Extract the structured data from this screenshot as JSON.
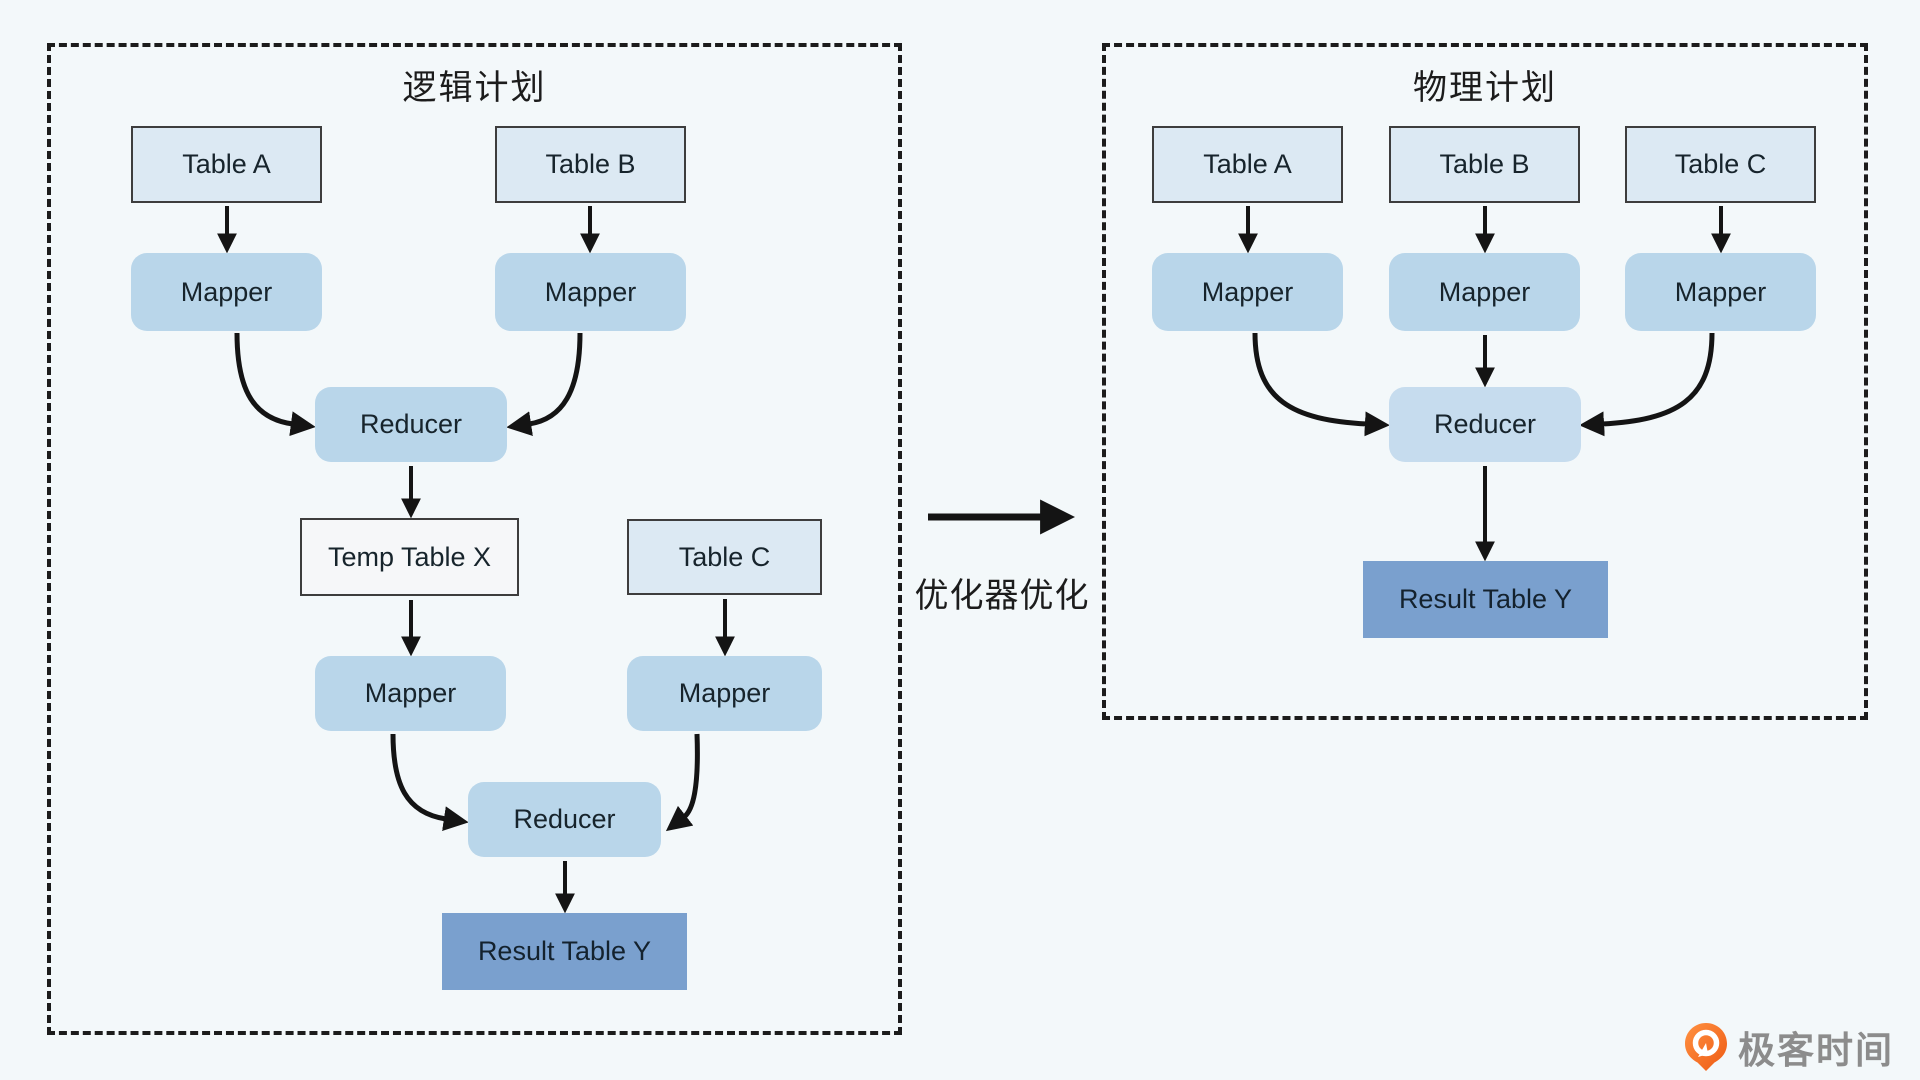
{
  "colors": {
    "background": "#f3f8fa",
    "table_fill": "#dce9f3",
    "table_border": "#3d3d3d",
    "process_fill": "#b9d6ea",
    "temp_table_fill": "#f6f7f9",
    "result_fill": "#7aa0ce",
    "arrow": "#141414",
    "panel_border": "#1c1c1c",
    "logo_orange": "#f47b20",
    "logo_text_gray": "#8c8c8c"
  },
  "logical_plan": {
    "title": "逻辑计划",
    "nodes": {
      "table_a": "Table A",
      "table_b": "Table B",
      "mapper_a": "Mapper",
      "mapper_b": "Mapper",
      "reducer_1": "Reducer",
      "temp_table_x": "Temp Table X",
      "table_c": "Table C",
      "mapper_x": "Mapper",
      "mapper_c": "Mapper",
      "reducer_2": "Reducer",
      "result_table_y": "Result Table Y"
    }
  },
  "transform": {
    "label": "优化器优化"
  },
  "physical_plan": {
    "title": "物理计划",
    "nodes": {
      "table_a": "Table A",
      "table_b": "Table B",
      "table_c": "Table C",
      "mapper_a": "Mapper",
      "mapper_b": "Mapper",
      "mapper_c": "Mapper",
      "reducer": "Reducer",
      "result_table_y": "Result Table Y"
    }
  },
  "branding": {
    "logo_text": "极客时间"
  }
}
